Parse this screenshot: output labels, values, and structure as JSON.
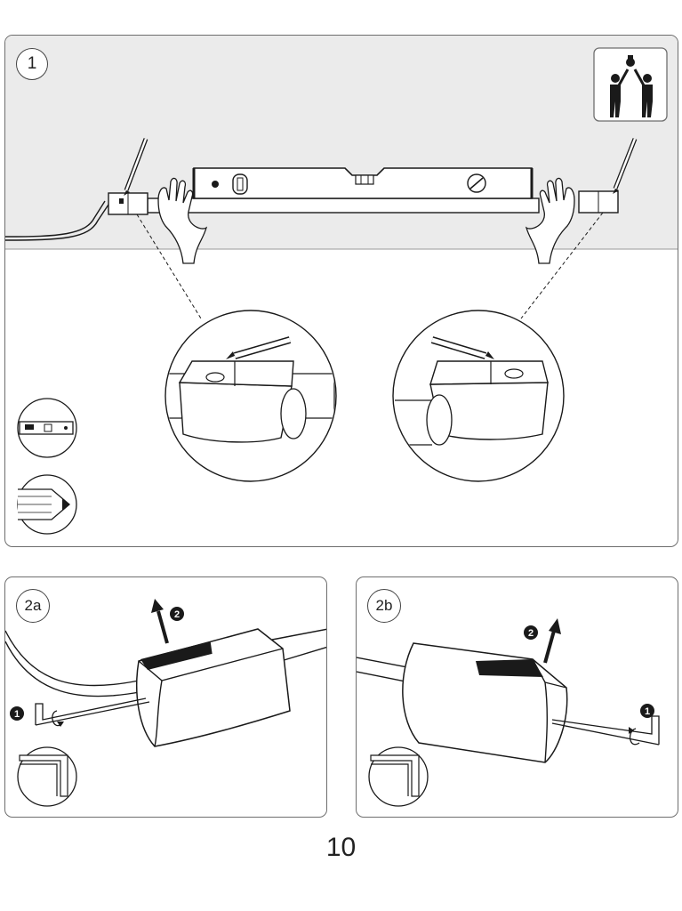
{
  "page": {
    "number": "10"
  },
  "steps": [
    {
      "id": "1",
      "label": "1"
    },
    {
      "id": "2a",
      "label": "2a"
    },
    {
      "id": "2b",
      "label": "2b"
    }
  ],
  "markers": {
    "first": "1",
    "second": "2"
  },
  "icons": {
    "two_persons": "two-persons-icon",
    "spirit_level": "spirit-level-icon",
    "pencil": "pencil-icon",
    "hex_key": "hex-key-icon"
  },
  "colors": {
    "wall": "#ebebeb",
    "line": "#1a1a1a",
    "panel_border": "#6e6e6e"
  }
}
